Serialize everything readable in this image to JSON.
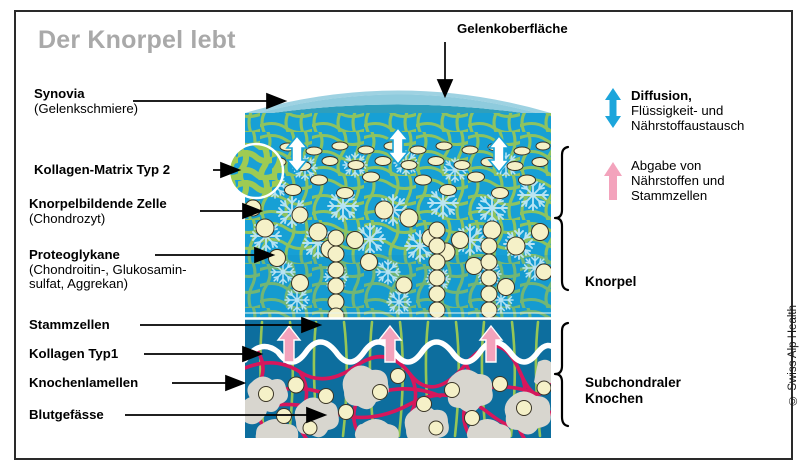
{
  "title": "Der Knorpel lebt",
  "copyright": "© Swiss Alp Health",
  "top_callout": {
    "label": "Gelenkoberfläche"
  },
  "left_labels": [
    {
      "name": "synovia",
      "main": "Synovia",
      "sub": "(Gelenkschmiere)"
    },
    {
      "name": "kollagen-matrix",
      "main": "Kollagen-Matrix Typ 2",
      "sub": ""
    },
    {
      "name": "chondrozyt",
      "main": "Knorpelbildende Zelle",
      "sub": "(Chondrozyt)"
    },
    {
      "name": "proteoglykane",
      "main": "Proteoglykane",
      "sub": "(Chondroitin-, Glukosamin-",
      "sub2": "sulfat, Aggrekan)"
    },
    {
      "name": "stammzellen",
      "main": "Stammzellen",
      "sub": ""
    },
    {
      "name": "kollagen-typ1",
      "main": "Kollagen Typ1",
      "sub": ""
    },
    {
      "name": "knochenlamellen",
      "main": "Knochenlamellen",
      "sub": ""
    },
    {
      "name": "blutgefaesse",
      "main": "Blutgefässe",
      "sub": ""
    }
  ],
  "legend": [
    {
      "name": "diffusion",
      "arrow": "double-arrow-up-down-icon",
      "color": "#1ca5db",
      "head": "Diffusion,",
      "line2": "Flüssigkeit- und",
      "line3": "Nährstoffaustausch"
    },
    {
      "name": "abgabe",
      "arrow": "arrow-up-icon",
      "color": "#f3a3bc",
      "head": "",
      "line2": "Abgabe von",
      "line3": "Nährstoffen und",
      "line4": "Stammzellen"
    }
  ],
  "brackets": [
    {
      "name": "knorpel",
      "line1": "Knorpel",
      "line2": ""
    },
    {
      "name": "subchondraler-knochen",
      "line1": "Subchondraler",
      "line2": "Knochen"
    }
  ],
  "colors": {
    "title_grey": "#a9a9a9",
    "cartilage_blue": "#17a3d8",
    "cartilage_blue_deep": "#1b8fc4",
    "synovia_top": "#86c6d9",
    "synovia_band": "#2e9fbd",
    "collagen_green": "#9ecb53",
    "proteoglycan_pale": "#b9e4f4",
    "cell_cream": "#f5f1c8",
    "bone_blue": "#0d6e9e",
    "bone_lamella_grey": "#d8d6cf",
    "vessel_crimson": "#d6175c",
    "arrow_pink": "#f3a3bc",
    "arrow_white": "#ffffff"
  }
}
